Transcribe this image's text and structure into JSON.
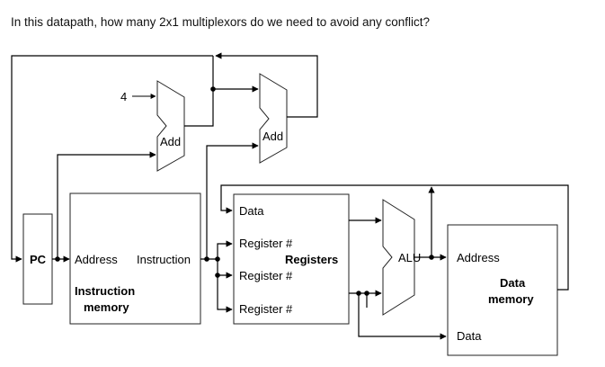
{
  "question": "In this datapath, how many 2x1 multiplexors do we need to avoid any conflict?",
  "diagram": {
    "pc": "PC",
    "constant_four": "4",
    "adder_1": "Add",
    "adder_2": "Add",
    "instruction_memory": {
      "address": "Address",
      "instruction": "Instruction",
      "title_line1": "Instruction",
      "title_line2": "memory"
    },
    "registers": {
      "data": "Data",
      "reg1": "Register #",
      "title": "Registers",
      "reg2": "Register #",
      "reg3": "Register #"
    },
    "alu": "ALU",
    "data_memory": {
      "address": "Address",
      "title_line1": "Data",
      "title_line2": "memory",
      "data": "Data"
    }
  }
}
